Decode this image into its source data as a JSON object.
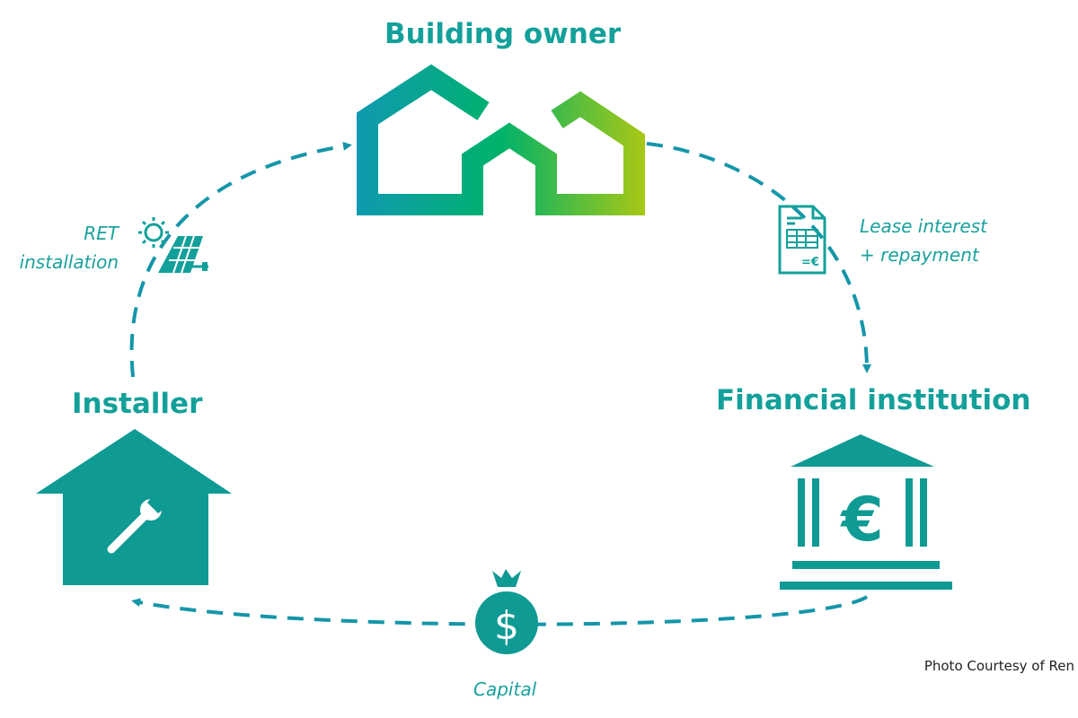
{
  "nodes": {
    "building_owner": "Building owner",
    "installer": "Installer",
    "financial_institution": "Financial institution"
  },
  "flows": {
    "ret_line1": "RET",
    "ret_line2": "installation",
    "lease_line1": "Lease interest",
    "lease_line2": "+ repayment",
    "capital": "Capital"
  },
  "credit": "Photo Courtesy of Ren",
  "colors": {
    "teal": "#13a09a",
    "gradient_start": "#0f9ab0",
    "gradient_mid": "#00b26a",
    "gradient_end": "#a8c814"
  }
}
